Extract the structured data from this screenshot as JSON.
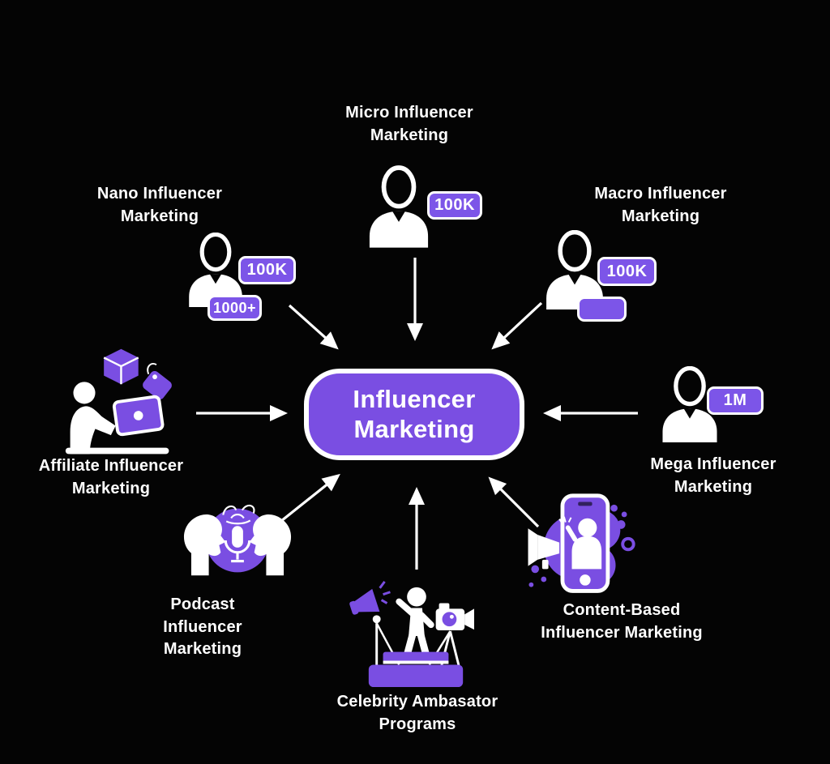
{
  "background_color": "#040404",
  "accent_color": "#7a4ee2",
  "badge_color": "#7c55e8",
  "text_color": "#ffffff",
  "center": {
    "label": "Influencer Marketing"
  },
  "nodes": [
    {
      "id": "micro",
      "label": "Micro Influencer Marketing",
      "badges": [
        "100K"
      ]
    },
    {
      "id": "nano",
      "label": "Nano Influencer Marketing",
      "badges": [
        "100K",
        "1000+"
      ]
    },
    {
      "id": "macro",
      "label": "Macro Influencer Marketing",
      "badges": [
        "100K",
        ""
      ]
    },
    {
      "id": "affiliate",
      "label": "Affiliate Influencer Marketing",
      "badges": []
    },
    {
      "id": "mega",
      "label": "Mega Influencer Marketing",
      "badges": [
        "1M"
      ]
    },
    {
      "id": "podcast",
      "label": "Podcast Influencer Marketing",
      "badges": []
    },
    {
      "id": "celebrity",
      "label": "Celebrity Ambasator Programs",
      "badges": []
    },
    {
      "id": "content",
      "label": "Content-Based Influencer Marketing",
      "badges": []
    }
  ],
  "icons": {
    "micro": "person-icon",
    "nano": "person-icon",
    "macro": "person-icon",
    "mega": "person-icon",
    "affiliate": "affiliate-laptop-icon",
    "podcast": "podcast-faces-mic-icon",
    "celebrity": "celebrity-stage-icon",
    "content": "phone-content-icon"
  }
}
